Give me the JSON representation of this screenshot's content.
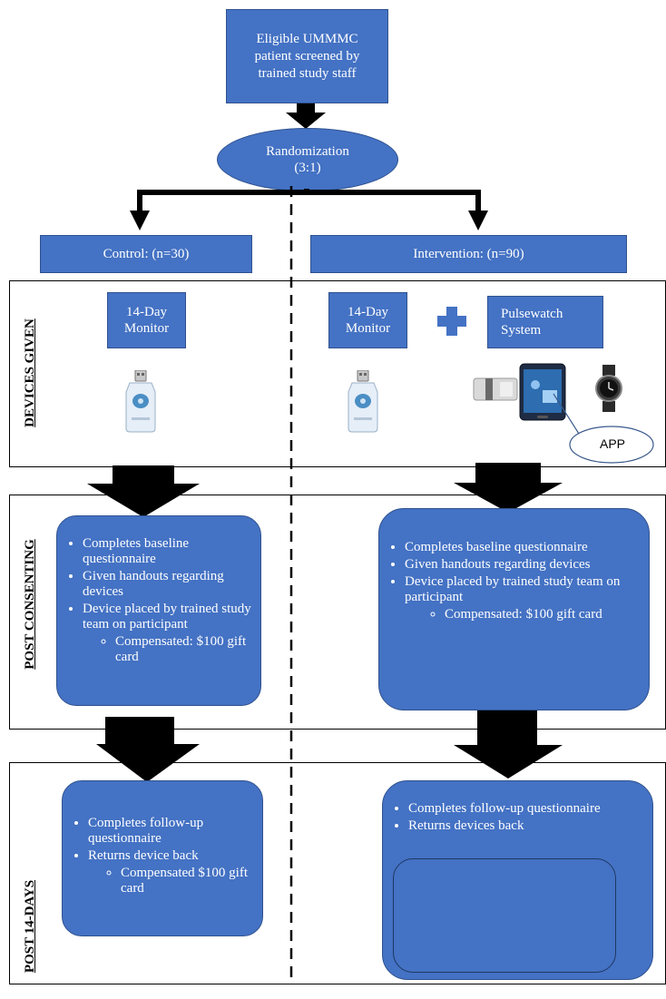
{
  "start_box": "Eligible UMMMC patient screened by trained study staff",
  "randomization": {
    "label": "Randomization",
    "ratio": "(3:1)"
  },
  "control_header": "Control: (n=30)",
  "intervention_header": "Intervention: (n=90)",
  "sections": {
    "devices": "DEVICES GIVEN",
    "consent": "POST CONSENTING",
    "post14": "POST 14-DAYS"
  },
  "control_devices": {
    "monitor": "14-Day Monitor"
  },
  "intervention_devices": {
    "monitor": "14-Day Monitor",
    "plus": "+",
    "system": "Pulsewatch System",
    "app": "APP"
  },
  "control_consent": {
    "items": [
      "Completes baseline questionnaire",
      "Given handouts regarding devices",
      "Device placed by trained study team on participant"
    ],
    "sub": "Compensated: $100 gift card"
  },
  "intervention_consent": {
    "items": [
      "Completes baseline questionnaire",
      "Given handouts regarding devices",
      "Device placed by trained study team on participant"
    ],
    "sub": "Compensated: $100 gift card"
  },
  "control_post": {
    "items": [
      "Completes follow-up questionnaire",
      "Returns device back"
    ],
    "sub": "Compensated $100 gift card"
  },
  "intervention_post": {
    "items": [
      "Completes follow-up questionnaire",
      "Returns devices back"
    ]
  },
  "colors": {
    "box_fill": "#4472c4",
    "box_border": "#2f528f",
    "arrow": "#000000"
  }
}
